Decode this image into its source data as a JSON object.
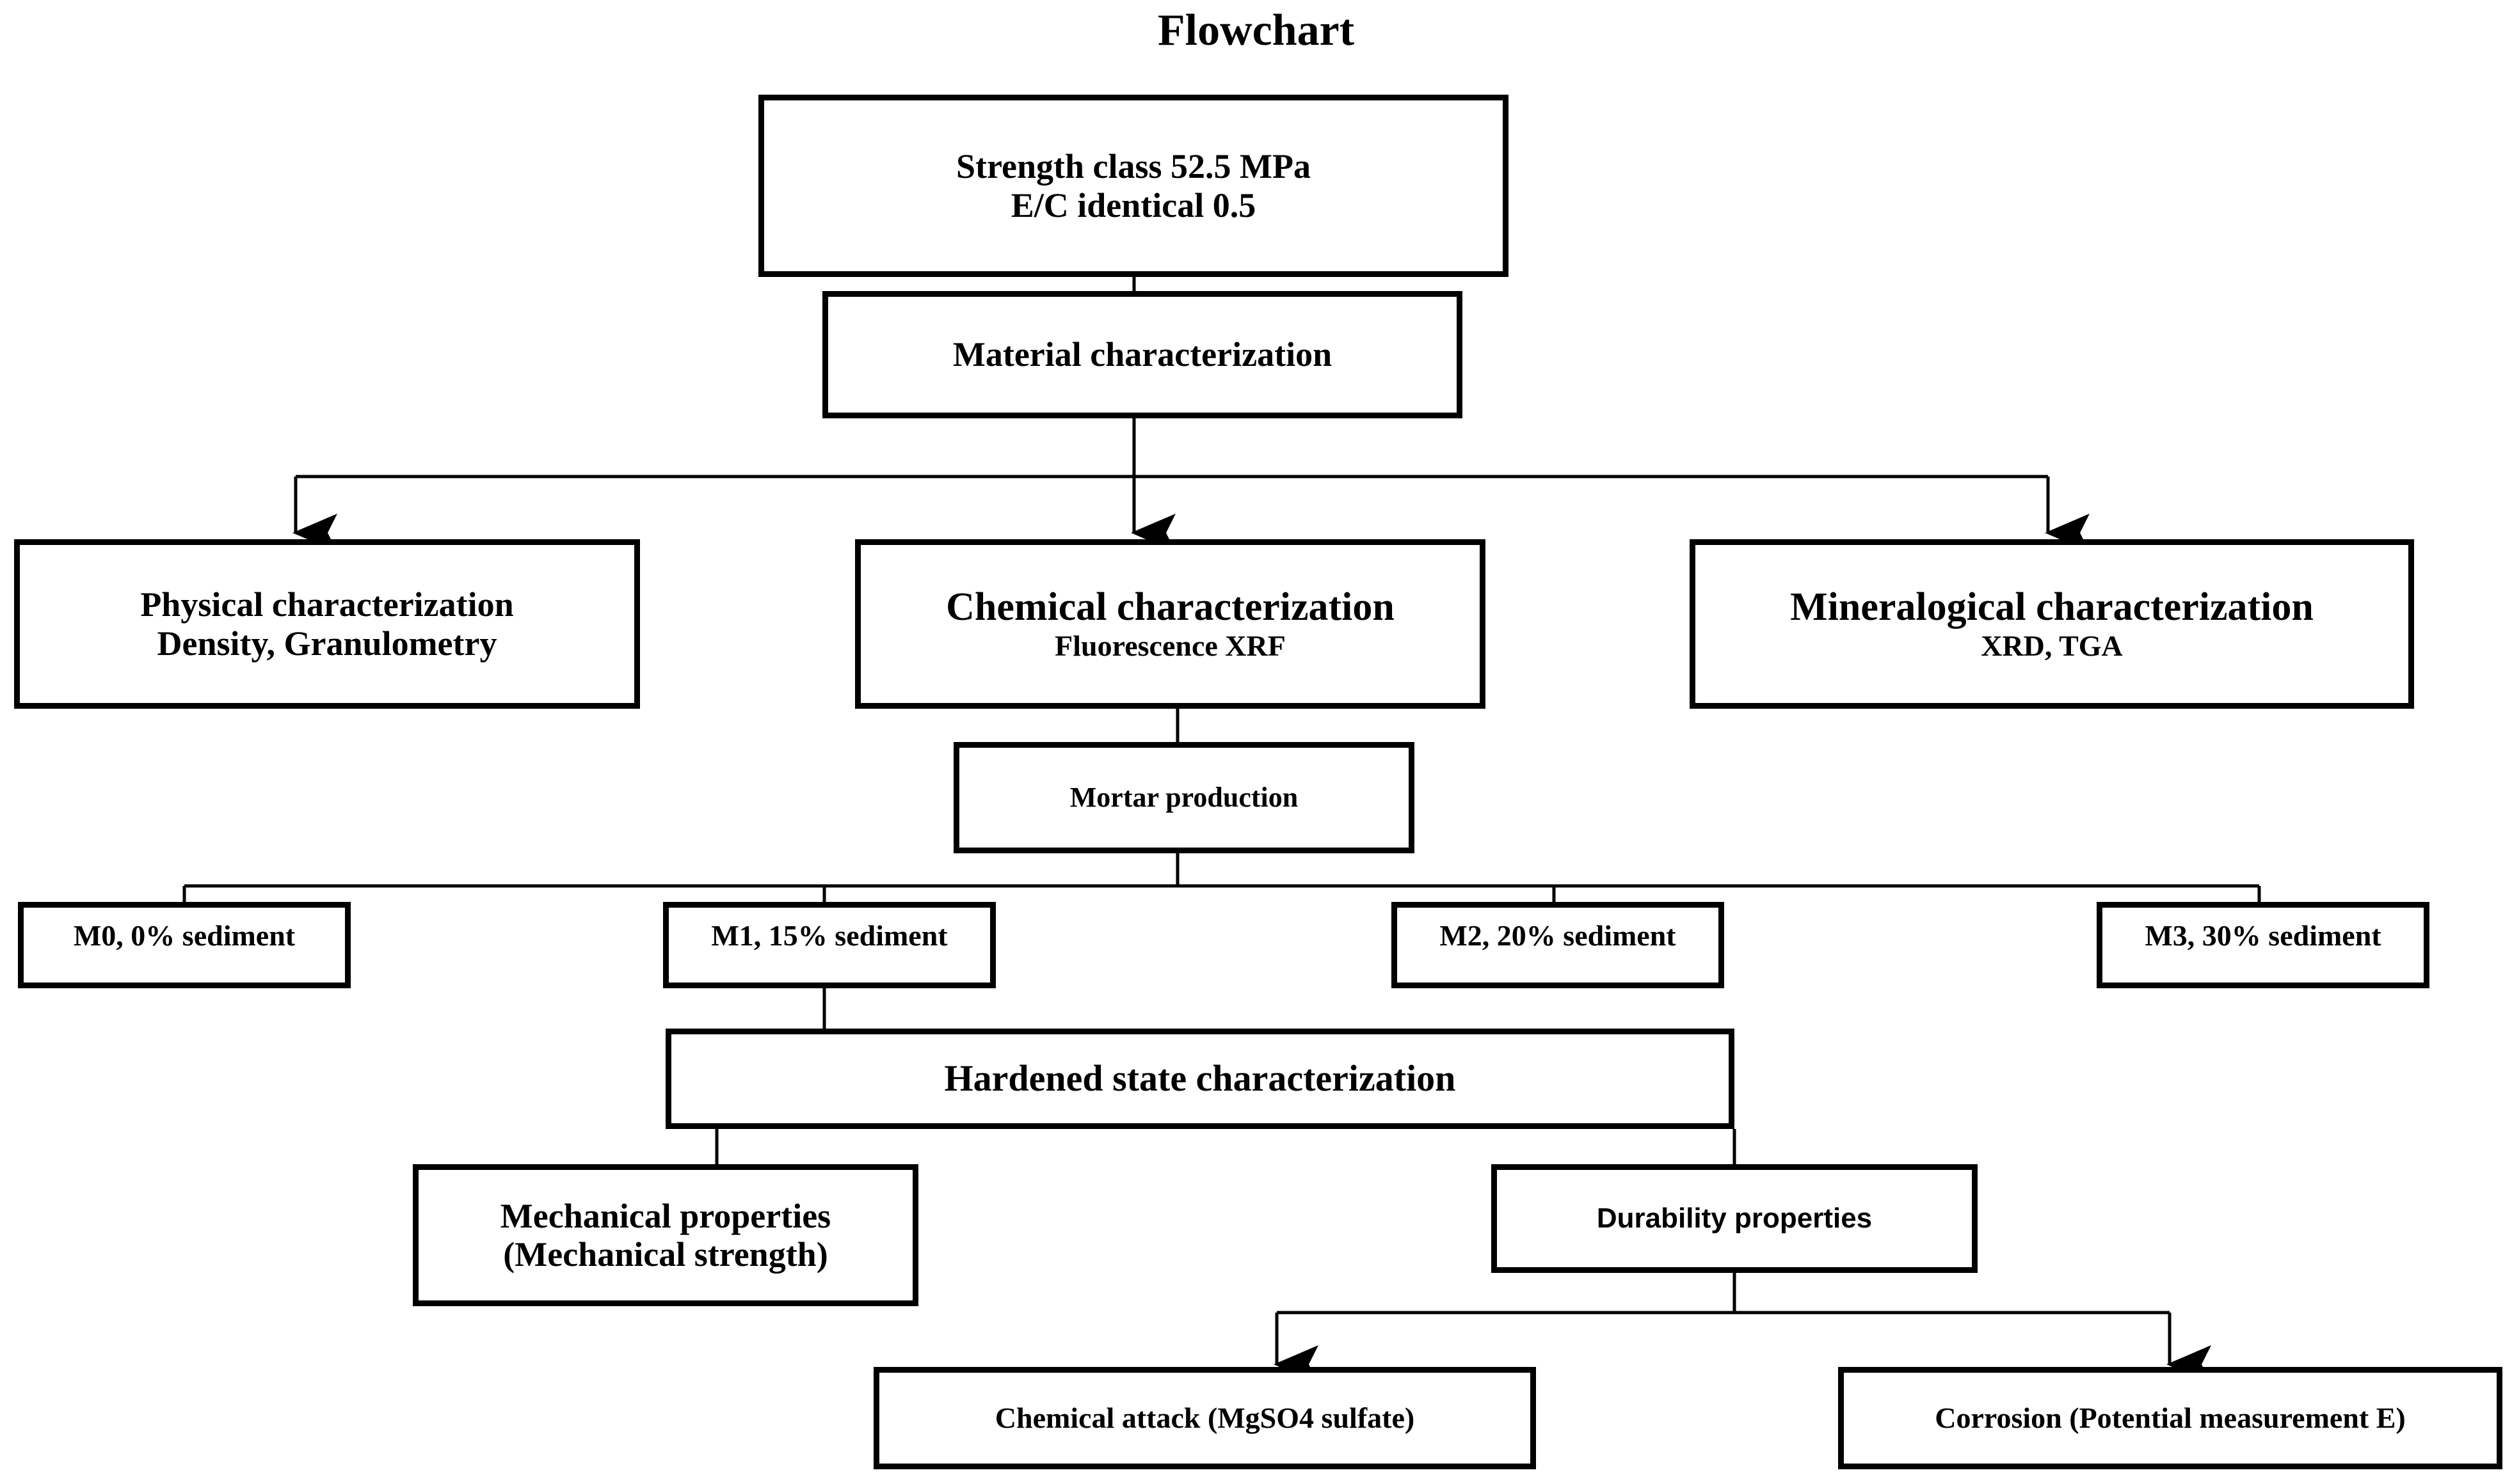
{
  "title": "Flowchart",
  "theme": {
    "background": "#ffffff",
    "box_border": "#000000",
    "text": "#000000",
    "connector": "#000000"
  },
  "nodes": {
    "strength_class": {
      "line1": "Strength class 52.5 MPa",
      "line2": "E/C identical 0.5"
    },
    "material_characterization": {
      "label": "Material characterization"
    },
    "physical_characterization": {
      "line1": "Physical characterization",
      "line2": "Density, Granulometry"
    },
    "chemical_characterization": {
      "line1": "Chemical characterization",
      "line2": "Fluorescence XRF"
    },
    "mineralogical_characterization": {
      "line1": "Mineralogical characterization",
      "line2": "XRD, TGA"
    },
    "mortar_production": {
      "label": "Mortar production"
    },
    "mixes": [
      {
        "label": "M0, 0% sediment"
      },
      {
        "label": "M1, 15% sediment"
      },
      {
        "label": "M2, 20% sediment"
      },
      {
        "label": "M3, 30% sediment"
      }
    ],
    "hardened_state": {
      "label": "Hardened state characterization"
    },
    "mechanical_properties": {
      "line1": "Mechanical properties",
      "line2": "(Mechanical strength)"
    },
    "durability_properties": {
      "label": "Durability properties"
    },
    "chemical_attack": {
      "label": "Chemical attack (MgSO4 sulfate)"
    },
    "corrosion": {
      "label": "Corrosion (Potential measurement E)"
    }
  }
}
